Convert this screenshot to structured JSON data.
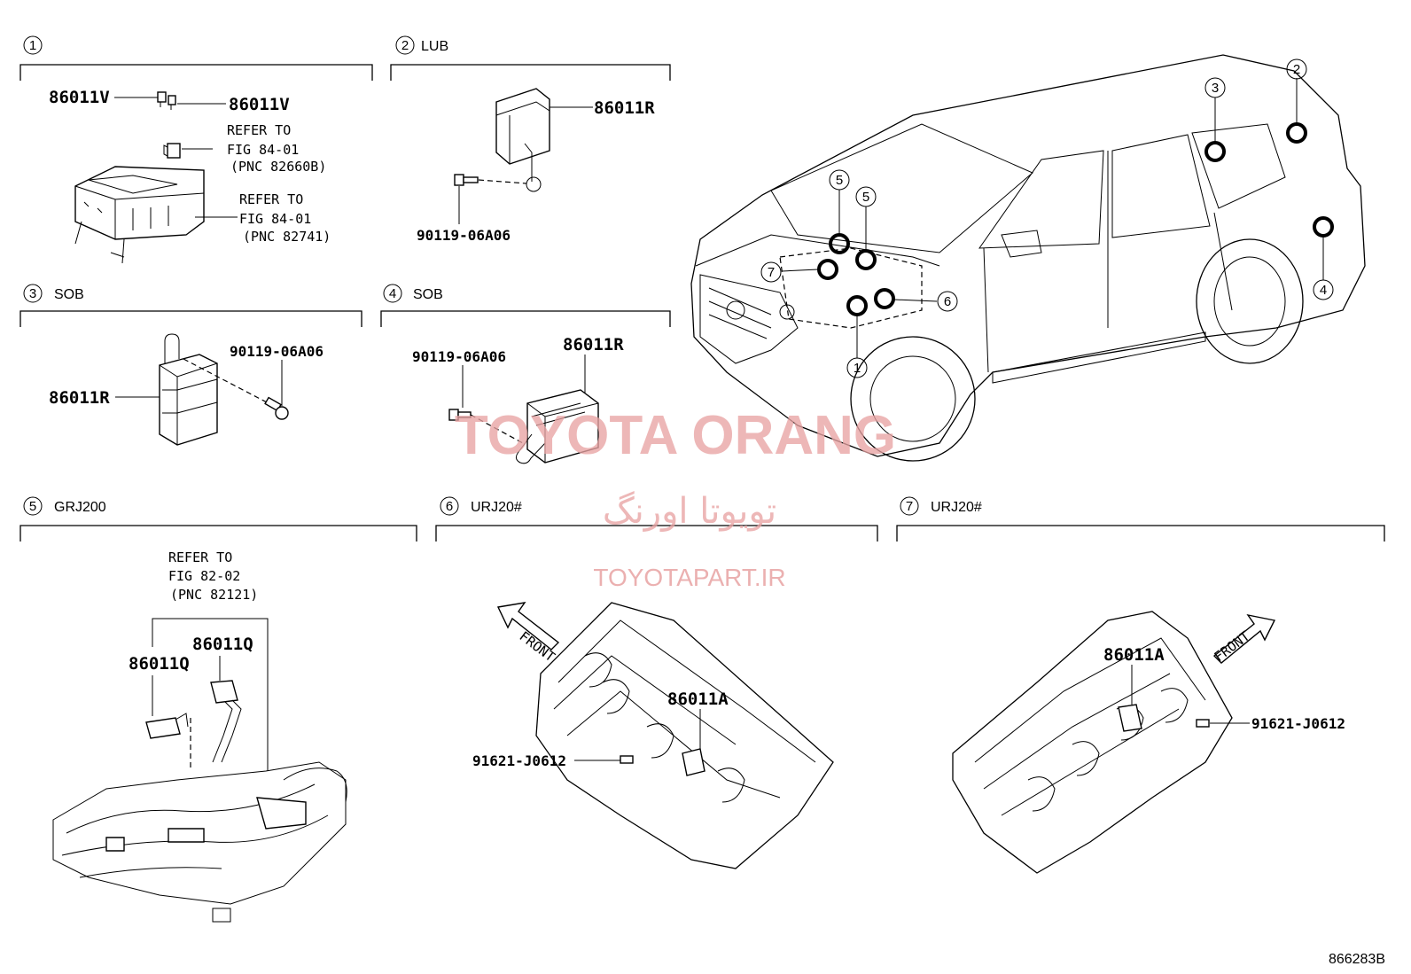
{
  "sections": [
    {
      "num": "1",
      "caption": ""
    },
    {
      "num": "2",
      "caption": "LUB"
    },
    {
      "num": "3",
      "caption": "SOB"
    },
    {
      "num": "4",
      "caption": "SOB"
    },
    {
      "num": "5",
      "caption": "GRJ200"
    },
    {
      "num": "6",
      "caption": "URJ20#"
    },
    {
      "num": "7",
      "caption": "URJ20#"
    }
  ],
  "parts": {
    "s1_left": "86011V",
    "s1_right": "86011V",
    "s1_ref1_a": "REFER TO",
    "s1_ref1_b": "FIG 84-01",
    "s1_ref1_c": "(PNC 82660B)",
    "s1_ref2_a": "REFER TO",
    "s1_ref2_b": "FIG 84-01",
    "s1_ref2_c": "(PNC 82741)",
    "s2_part": "86011R",
    "s2_bolt": "90119-06A06",
    "s3_part": "86011R",
    "s3_bolt": "90119-06A06",
    "s4_part": "86011R",
    "s4_bolt": "90119-06A06",
    "s5_ref_a": "REFER TO",
    "s5_ref_b": "FIG 82-02",
    "s5_ref_c": "(PNC 82121)",
    "s5_part_a": "86011Q",
    "s5_part_b": "86011Q",
    "s6_part": "86011A",
    "s6_bolt": "91621-J0612",
    "s6_front": "FRONT",
    "s7_part": "86011A",
    "s7_bolt": "91621-J0612",
    "s7_front": "FRONT"
  },
  "vehicle_callouts": [
    "2",
    "3",
    "5",
    "5",
    "7",
    "6",
    "1",
    "4"
  ],
  "watermark": {
    "brand": "TOYOTA ORANG",
    "persian": "تویوتا اورنگ",
    "site": "TOYOTAPART.IR"
  },
  "figure_id": "866283B"
}
